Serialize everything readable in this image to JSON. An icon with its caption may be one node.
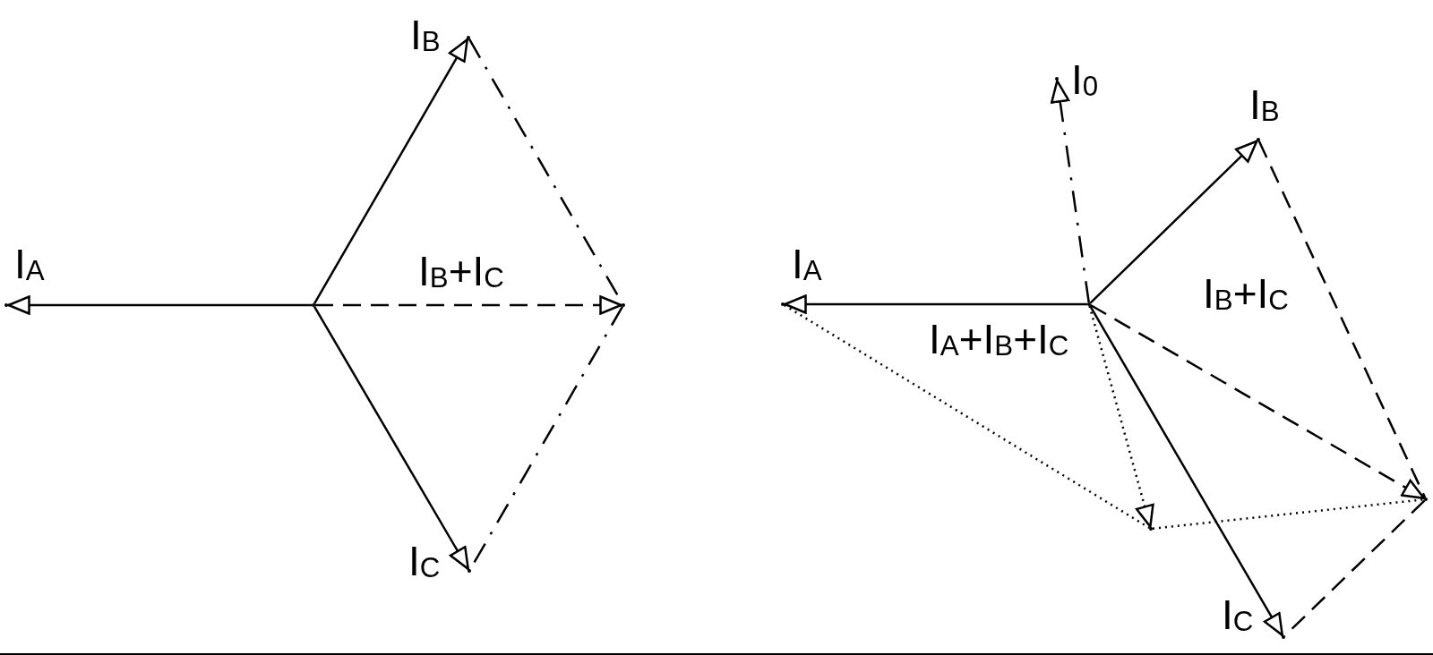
{
  "diagram": {
    "nodes": [
      {
        "text": [],
        "shape": "point"
      },
      {
        "text": [],
        "shape": "point",
        "beside": [
          "I$_{A}$"
        ]
      },
      {
        "text": [],
        "shape": "point",
        "beside": [
          "I$_{B}$"
        ]
      },
      {
        "text": [],
        "shape": "point"
      },
      {
        "text": [],
        "shape": "point",
        "beside": [
          "I$_{C}$"
        ]
      },
      {
        "text": [],
        "shape": "point"
      },
      {
        "text": [],
        "shape": "point",
        "beside": [
          "I$_{A}$"
        ]
      },
      {
        "text": [],
        "shape": "point",
        "beside": [
          "I$_{0}$"
        ]
      },
      {
        "text": [],
        "shape": "point",
        "beside": [
          "I$_{B}$"
        ]
      },
      {
        "text": [],
        "shape": "point"
      },
      {
        "text": [],
        "shape": "point"
      },
      {
        "text": [],
        "shape": "point",
        "beside": [
          "I$_{C}$"
        ]
      }
    ],
    "edges": [
      {
        "from": 0,
        "to": 1,
        "arrow": "to"
      },
      {
        "from": 0,
        "to": 2,
        "arrow": "to"
      },
      {
        "from": 0,
        "to": 3,
        "arrow": "to",
        "style": "dashed",
        "label": "I$_{B}$+I$_{C}$"
      },
      {
        "from": 0,
        "to": 4,
        "arrow": "to"
      },
      {
        "from": 2,
        "to": 3,
        "arrow": "none",
        "style": "dashed"
      },
      {
        "from": 3,
        "to": 4,
        "arrow": "none",
        "style": "dashed"
      },
      {
        "from": 5,
        "to": 6,
        "arrow": "to"
      },
      {
        "from": 5,
        "to": 7,
        "arrow": "to",
        "style": "dashed"
      },
      {
        "from": 5,
        "to": 8,
        "arrow": "to"
      },
      {
        "from": 5,
        "to": 11,
        "arrow": "to"
      },
      {
        "from": 5,
        "to": 9,
        "arrow": "to",
        "style": "dashed",
        "label": "I$_{B}$+I$_{C}$"
      },
      {
        "from": 8,
        "to": 9,
        "arrow": "none",
        "style": "dashed"
      },
      {
        "from": 9,
        "to": 11,
        "arrow": "none",
        "style": "dashed"
      },
      {
        "from": 5,
        "to": 10,
        "arrow": "to",
        "style": "dashed",
        "label": "I$_{A}$+I$_{B}$+I$_{C}$"
      },
      {
        "from": 6,
        "to": 10,
        "arrow": "none",
        "style": "dashed"
      },
      {
        "from": 10,
        "to": 9,
        "arrow": "none",
        "style": "dashed"
      }
    ]
  }
}
